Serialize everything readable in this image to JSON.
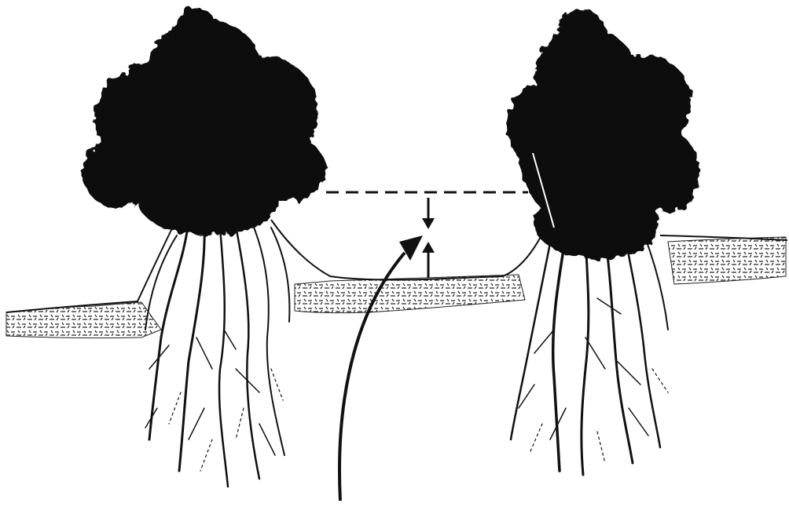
{
  "diagram": {
    "elements": [
      "left-shrub",
      "right-shrub",
      "soil-surface",
      "eroded-hollow",
      "dashed-reference-line",
      "depth-dimension-arrows",
      "pointer-arrow"
    ],
    "colors": {
      "ink": "#111111",
      "foliage": "#0d0d0d",
      "soil_hatch": "#222222",
      "background": "#ffffff"
    }
  }
}
